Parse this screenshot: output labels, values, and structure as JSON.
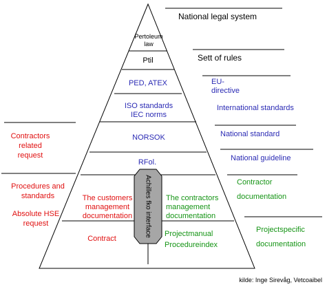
{
  "colors": {
    "blue": "#2a2ab4",
    "red": "#e01010",
    "green": "#159415",
    "interface_fill": "#a6a6a6"
  },
  "pyramid": {
    "levels": {
      "petroleum_law": [
        "Pertoleum",
        "law"
      ],
      "ptil": "Ptil",
      "ped_atex": "PED, ATEX",
      "iso_iec": [
        "ISO standards",
        "IEC norms"
      ],
      "norsok": "NORSOK",
      "rfol": "RFol.",
      "customers_mgmt": [
        "The customers",
        "management",
        "documentation"
      ],
      "contract": "Contract",
      "contractors_mgmt": [
        "The contractors",
        "management",
        "documentation"
      ],
      "projectmanual": [
        "Projectmanual",
        "Procedureindex"
      ]
    },
    "interface_label": "Achilles fko interface"
  },
  "right_labels": {
    "national_legal": "National legal system",
    "sett_of_rules": "Sett of rules",
    "eu_directive": [
      "EU-",
      "directive"
    ],
    "international": "International standards",
    "national_standard": "National standard",
    "national_guideline": "National guideline",
    "contractor_doc": [
      "Contractor",
      "documentation"
    ],
    "projectspecific": [
      "Projectspecific",
      "documentation"
    ]
  },
  "left_labels": {
    "contractors_request": [
      "Contractors",
      "related",
      "request"
    ],
    "procedures": [
      "Procedures and",
      "standards"
    ],
    "absolute_hse": [
      "Absolute HSE",
      "request"
    ]
  },
  "credit": "kilde: Inge Sirevåg, Vetcoaibel"
}
